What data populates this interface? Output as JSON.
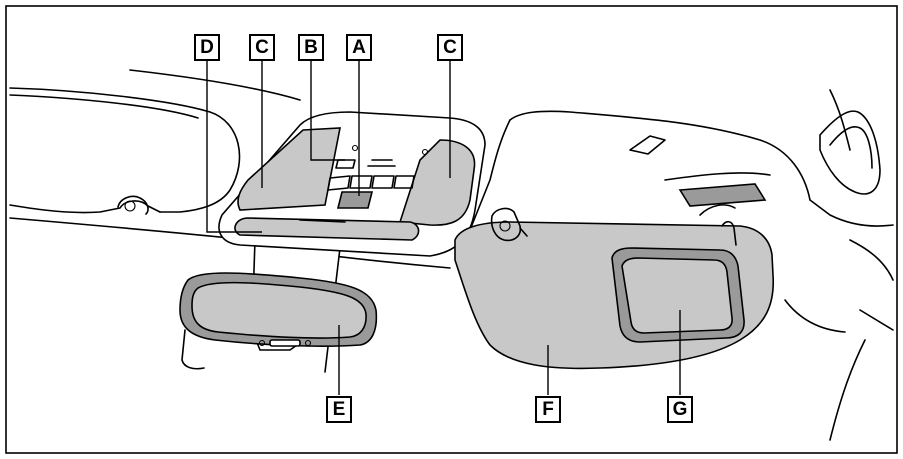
{
  "labels": {
    "a": "A",
    "b": "B",
    "c1": "C",
    "c2": "C",
    "d": "D",
    "e": "E",
    "f": "F",
    "g": "G"
  }
}
